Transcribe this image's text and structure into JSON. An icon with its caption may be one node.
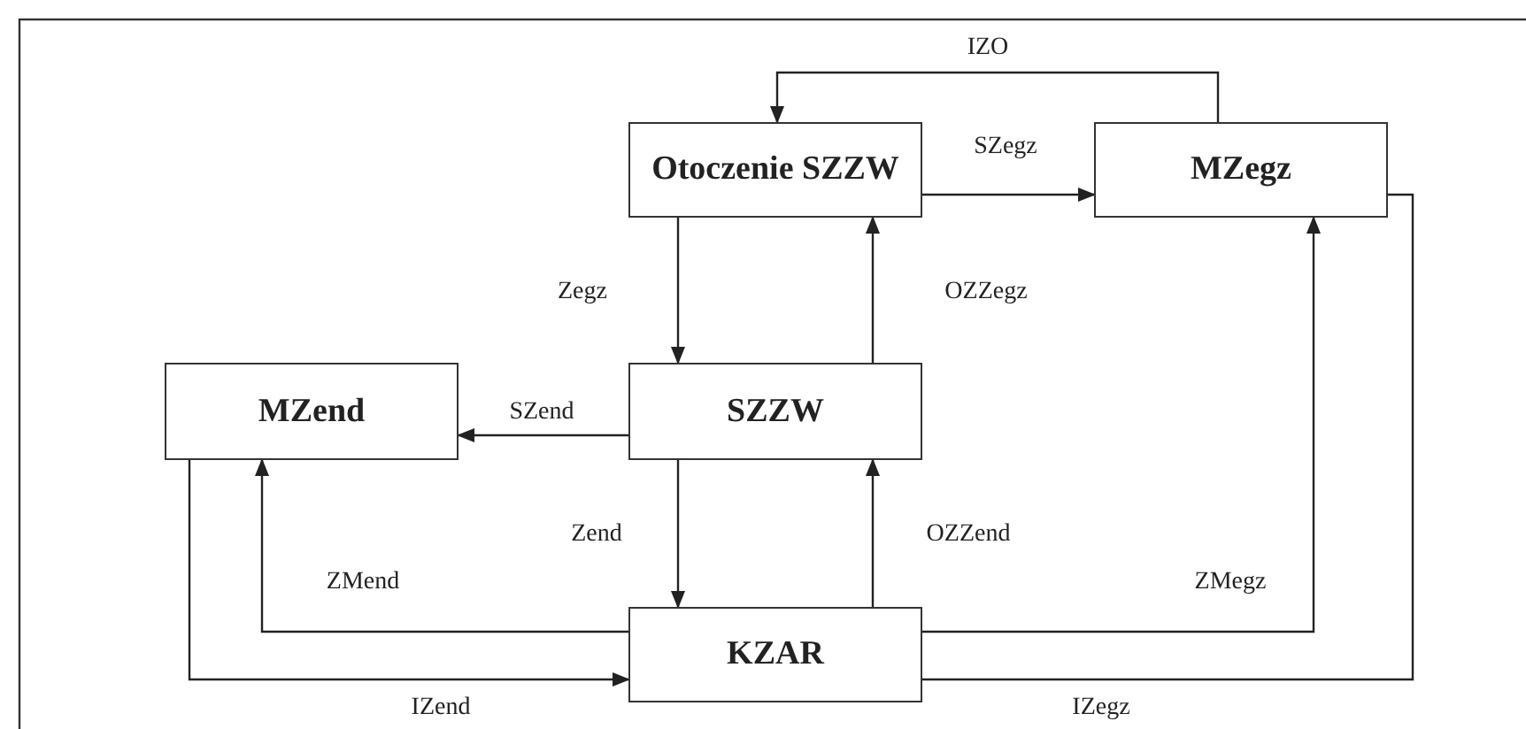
{
  "diagram": {
    "nodes": [
      {
        "text": [
          "Otoczenie SZZW"
        ]
      },
      {
        "text": [
          "MZegz"
        ]
      },
      {
        "text": [
          "MZend"
        ]
      },
      {
        "text": [
          "SZZW"
        ]
      },
      {
        "text": [
          "KZAR"
        ]
      }
    ],
    "edges": [
      {
        "from": 1,
        "to": 0,
        "arrow": "to",
        "label": "IZO"
      },
      {
        "from": 0,
        "to": 1,
        "arrow": "to",
        "label": "SZegz"
      },
      {
        "from": 0,
        "to": 3,
        "arrow": "to",
        "label": "Zegz"
      },
      {
        "from": 3,
        "to": 0,
        "arrow": "to",
        "label": "OZZegz"
      },
      {
        "from": 3,
        "to": 2,
        "arrow": "to",
        "label": "SZend"
      },
      {
        "from": 3,
        "to": 4,
        "arrow": "to",
        "label": "Zend"
      },
      {
        "from": 4,
        "to": 3,
        "arrow": "to",
        "label": "OZZend"
      },
      {
        "from": 4,
        "to": 2,
        "arrow": "to",
        "label": "ZMend"
      },
      {
        "from": 2,
        "to": 4,
        "arrow": "to",
        "label": "IZend"
      },
      {
        "from": 4,
        "to": 1,
        "arrow": "to",
        "label": "ZMegz"
      },
      {
        "from": 1,
        "to": 4,
        "arrow": "to",
        "label": "IZegz"
      }
    ]
  }
}
